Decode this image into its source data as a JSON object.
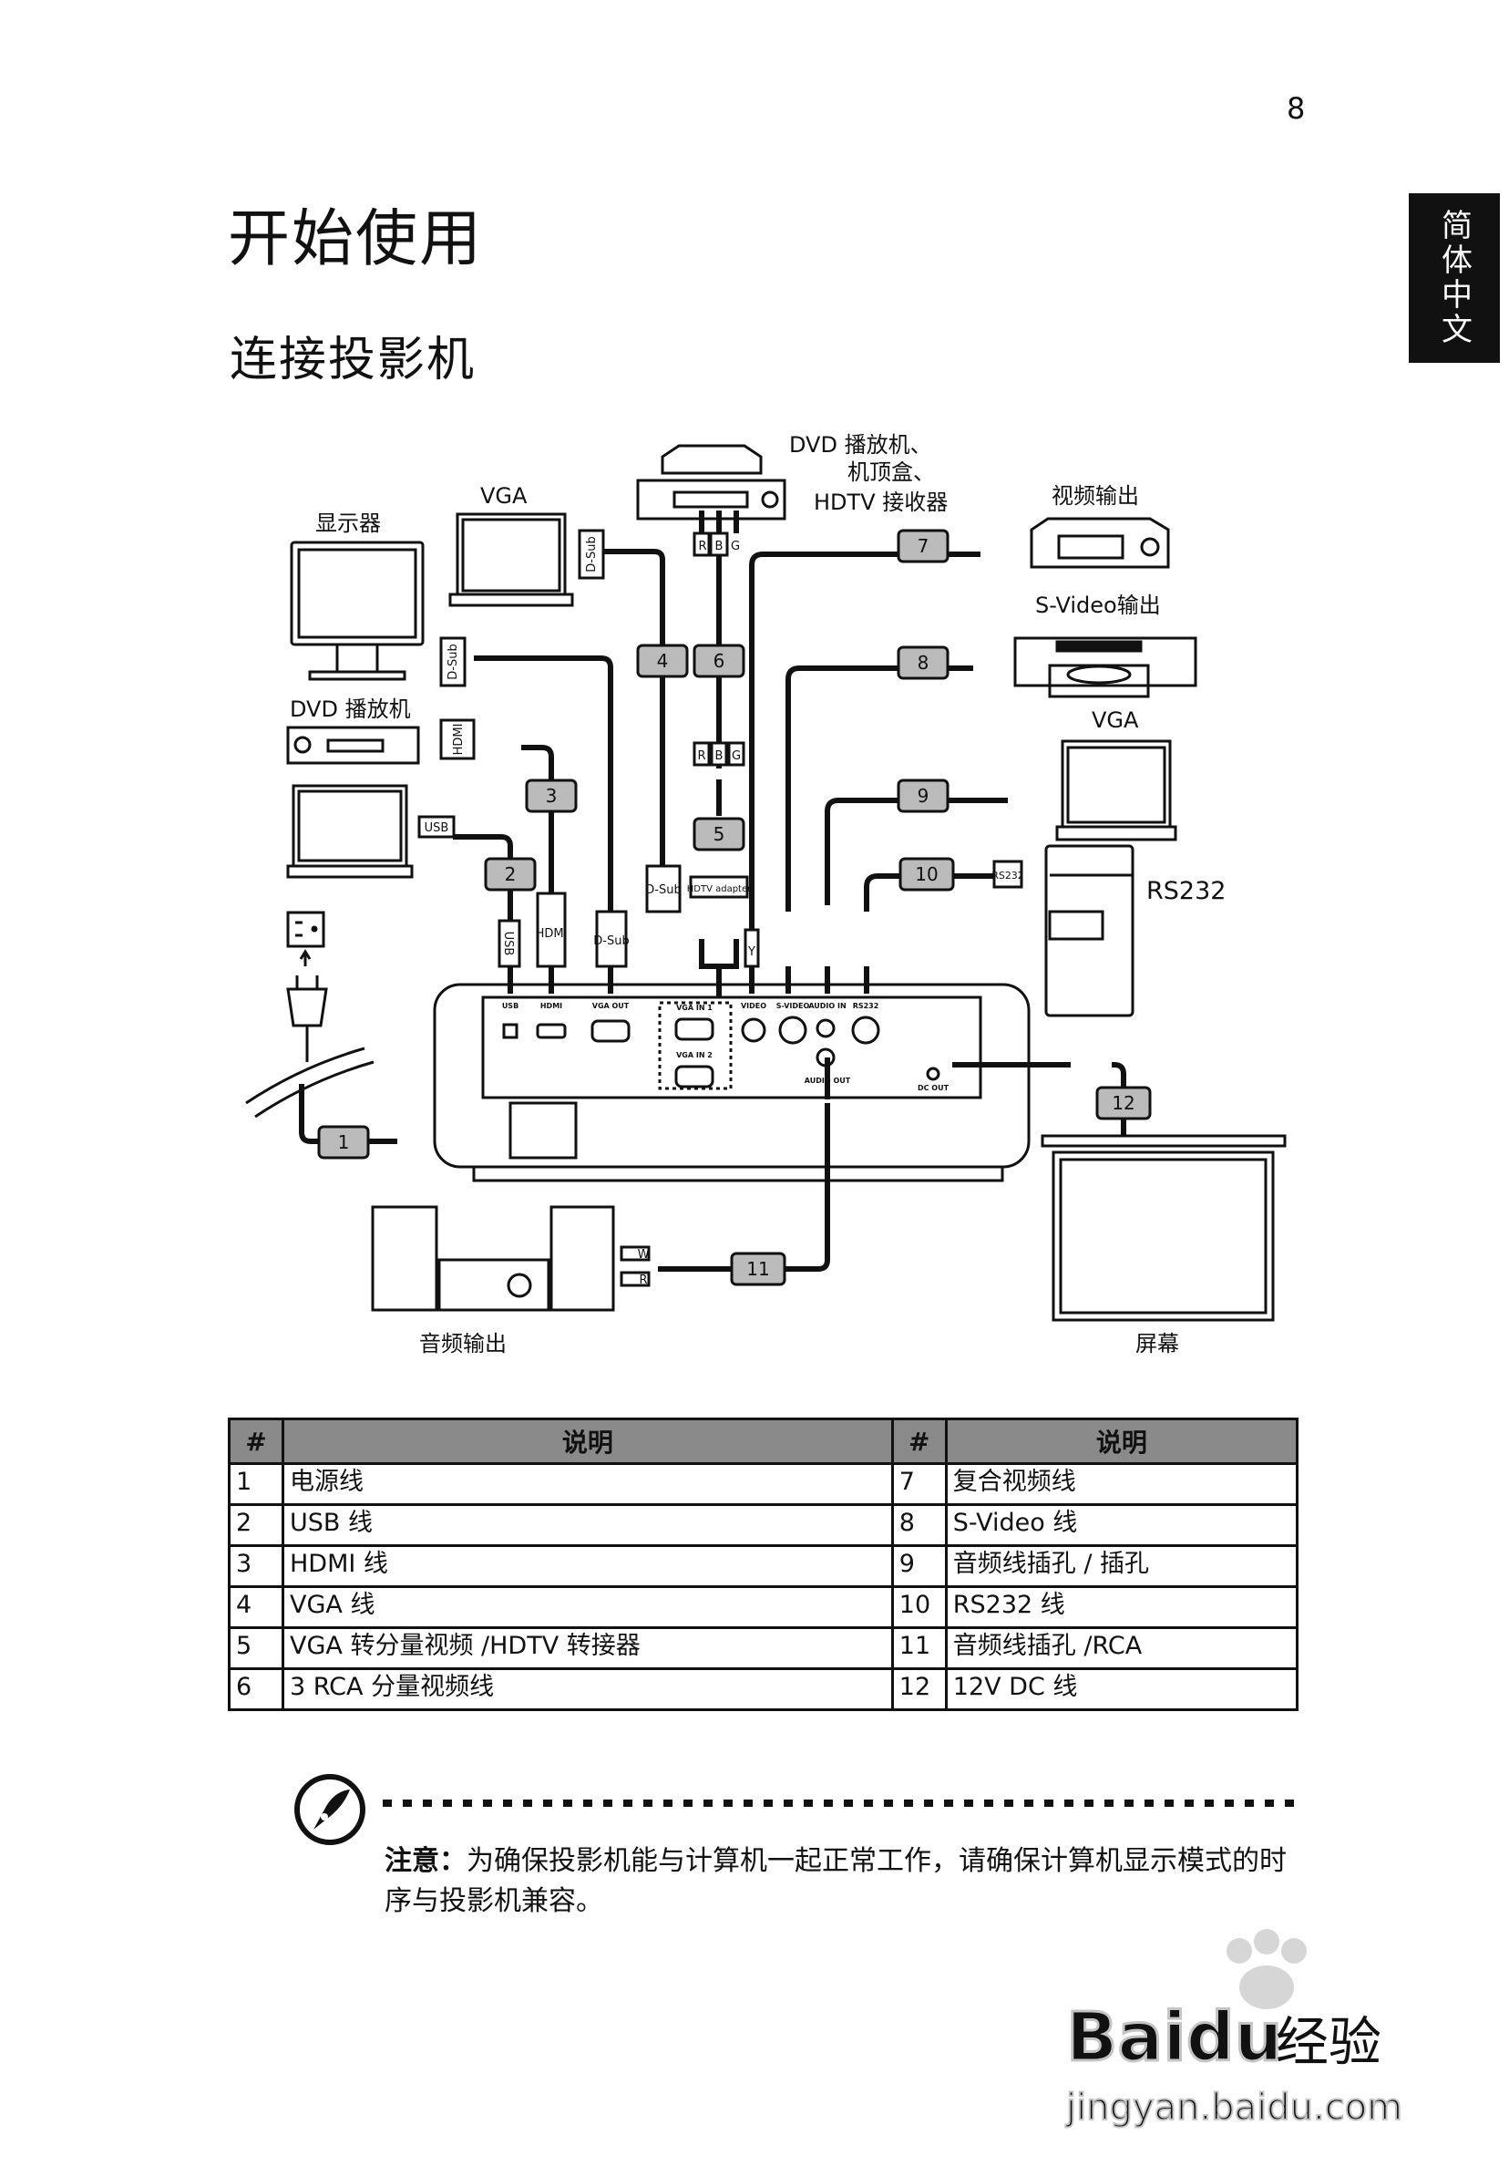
{
  "page_number": "8",
  "side_tab": "简体中文",
  "title": "开始使用",
  "subtitle": "连接投影机",
  "diagram": {
    "devices": {
      "monitor": "显示器",
      "vga_left": "VGA",
      "dvd_stb_hdtv": [
        "DVD  播放机、",
        "机顶盒、",
        "HDTV  接收器"
      ],
      "video_out": "视频输出",
      "svideo_out": "S-Video输出",
      "vga_right": "VGA",
      "dvd_left": "DVD  播放机",
      "rs232": "RS232",
      "audio_out": "音频输出",
      "screen": "屏幕"
    },
    "connectors": {
      "dsub": "D-Sub",
      "hdmi": "HDMI",
      "usb": "USB",
      "r": "R",
      "b": "B",
      "g": "G",
      "y": "Y",
      "hdtv_adapter": "HDTV adapter",
      "rs232": "RS232",
      "w": "W"
    },
    "panel": {
      "usb": "USB",
      "hdmi": "HDMI",
      "vga_out": "VGA OUT",
      "vga_in1": "VGA  IN 1",
      "vga_in2": "VGA  IN 2",
      "video": "VIDEO",
      "svideo": "S-VIDEO",
      "audio_in": "AUDIO IN",
      "rs232": "RS232",
      "audio_out": "AUDIO OUT",
      "dc_out": "DC OUT"
    },
    "cable_numbers": [
      "1",
      "2",
      "3",
      "4",
      "5",
      "6",
      "7",
      "8",
      "9",
      "10",
      "11",
      "12"
    ]
  },
  "table": {
    "headers": [
      "#",
      "说明",
      "#",
      "说明"
    ],
    "rows": [
      {
        "n1": "1",
        "d1": "电源线",
        "n2": "7",
        "d2": "复合视频线"
      },
      {
        "n1": "2",
        "d1": "USB 线",
        "n2": "8",
        "d2": "S-Video 线"
      },
      {
        "n1": "3",
        "d1": "HDMI 线",
        "n2": "9",
        "d2": "音频线插孔 / 插孔"
      },
      {
        "n1": "4",
        "d1": "VGA 线",
        "n2": "10",
        "d2": "RS232 线"
      },
      {
        "n1": "5",
        "d1": "VGA 转分量视频 /HDTV 转接器",
        "n2": "11",
        "d2": "音频线插孔 /RCA"
      },
      {
        "n1": "6",
        "d1": "3 RCA 分量视频线",
        "n2": "12",
        "d2": "12V DC 线"
      }
    ]
  },
  "note": {
    "label": "注意：",
    "text": "为确保投影机能与计算机一起正常工作，请确保计算机显示模式的时序与投影机兼容。"
  },
  "watermark": {
    "brand": "Baidu经验",
    "url": "jingyan.baidu.com"
  }
}
